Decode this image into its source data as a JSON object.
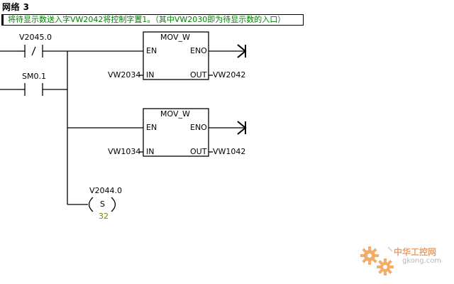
{
  "network": {
    "title": "网络 3",
    "comment": "将待显示数送入字VW2042将控制字置1。（其中VW2030即为待显示数的入口）"
  },
  "rungs": {
    "contact1": {
      "address": "V2045.0",
      "symbol": "/"
    },
    "contact2": {
      "address": "SM0.1"
    },
    "box1": {
      "name": "MOV_W",
      "en": "EN",
      "eno": "ENO",
      "in_pin": "IN",
      "out_pin": "OUT",
      "in_value": "VW2034",
      "out_value": "VW2042"
    },
    "box2": {
      "name": "MOV_W",
      "en": "EN",
      "eno": "ENO",
      "in_pin": "IN",
      "out_pin": "OUT",
      "in_value": "VW1034",
      "out_value": "VW1042"
    },
    "coil": {
      "address": "V2044.0",
      "symbol": "S",
      "count": "32"
    }
  },
  "watermark": {
    "name": "中华工控网",
    "url": "gkong.com"
  },
  "colors": {
    "comment_text": "#008000",
    "coil_count": "#808000",
    "watermark_gear": "#f0a050",
    "watermark_url": "#b8b8b8"
  }
}
